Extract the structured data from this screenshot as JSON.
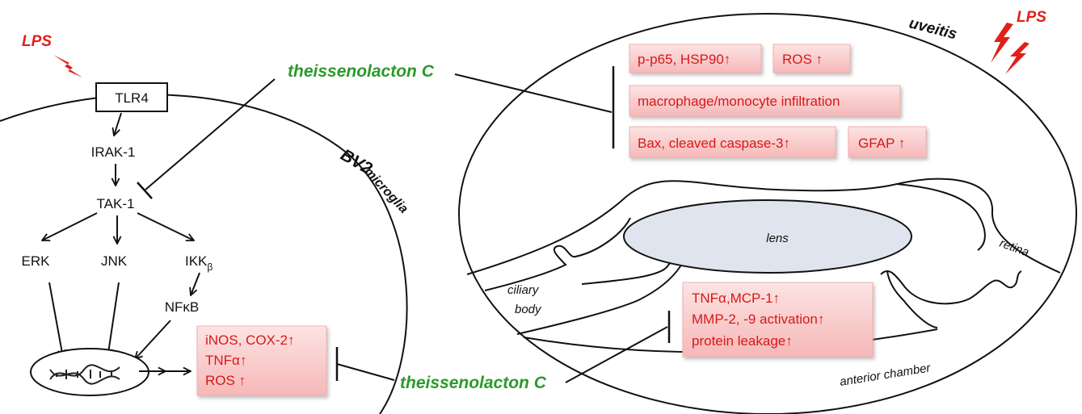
{
  "stimulus": {
    "left": "LPS",
    "right": "LPS"
  },
  "compound": {
    "top": "theissenolacton C",
    "bottom": "theissenolacton C"
  },
  "cell": {
    "label_main": "BV2",
    "label_sub": "microglia"
  },
  "pathway": {
    "receptor": "TLR4",
    "n1": "IRAK-1",
    "n2": "TAK-1",
    "erk": "ERK",
    "jnk": "JNK",
    "ikk": "IKK",
    "ikk_sub": "β",
    "nfkb": "NFκB"
  },
  "microglia_effects": [
    "iNOS, COX-2↑",
    "TNFα↑",
    "ROS ↑"
  ],
  "eye": {
    "title": "uveitis",
    "retina_effects": {
      "row1": [
        "p-p65, HSP90↑",
        "ROS ↑"
      ],
      "row2": [
        "macrophage/monocyte infiltration"
      ],
      "row3": [
        "Bax, cleaved caspase-3↑",
        "GFAP ↑"
      ]
    },
    "anterior_effects": [
      "TNFα,MCP-1↑",
      "MMP-2, -9 activation↑",
      "protein leakage↑"
    ],
    "lens": "lens",
    "retina": "retina",
    "ciliary_body": [
      "ciliary",
      "body"
    ],
    "anterior_chamber": "anterior chamber"
  },
  "colors": {
    "stimulus": "#e0201a",
    "compound": "#2a9a2a",
    "effect_text": "#d81818",
    "effect_box": "#f9c8c8",
    "lens_fill": "#dfe4ee"
  },
  "icons": [
    "lightning-bolt-icon",
    "dna-icon",
    "arrow-icon",
    "inhibition-bar-icon"
  ]
}
